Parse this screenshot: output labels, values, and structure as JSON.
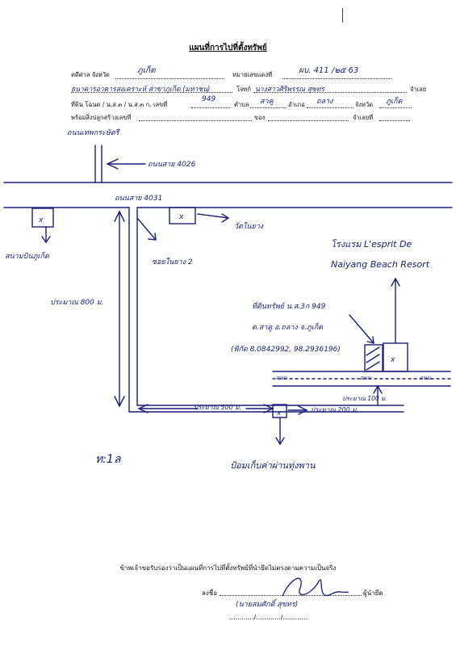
{
  "document": {
    "title": "แผนที่การไปที่ตั้งทรัพย์",
    "header": {
      "court_label": "คดีศาล จังหวัด",
      "court_value": "ภูเก็ต",
      "case_label": "หมายเลขแดงที่",
      "case_value": "ผบ. 411 /๒๕ 63",
      "plaintiff_value": "ธนาคารอาคารสงเคราะห์ สาขาภูเก็ต (มหาชน)",
      "plaintiff_label": "โจทก์",
      "defendant_value": "นางสาวศิริพรรณ สุขทร",
      "defendant_label": "จำเลย",
      "land_label": "ที่ดิน โฉนด / น.ส.๓ / น.ส.๓ ก. เลขที่",
      "land_value": "949",
      "tambon_label": "ตำบล",
      "tambon_value": "สาคู",
      "amphoe_label": "อำเภอ",
      "amphoe_value": "ถลาง",
      "province_label": "จังหวัด",
      "province_value": "ภูเก็ต",
      "building_label": "พร้อมสิ่งปลูกสร้างเลขที่",
      "of_label": "ของ",
      "defendant_no_label": "จำเลยที่"
    },
    "map": {
      "road_thepkrasattri": "ถนนเทพกระษัตรี",
      "road_4026": "ถนนสาย 4026",
      "road_4031": "ถนนสาย 4031",
      "airport": "สนามบินภูเก็ต",
      "temple": "วัดในยาง",
      "alley": "ซอยในยาง 2",
      "distance_800": "ประมาณ 800 ม.",
      "resort_line1": "โรงแรม L'esprit De",
      "resort_line2": "Naiyang Beach Resort",
      "land_deed": "ที่ดินทรัพย์ น.ส.3ก 949",
      "land_location": "ต.สาคู อ.ถลาง จ.ภูเก็ต",
      "coordinates": "(พิกัด 8.0842992, 98.2936196)",
      "road_left": "ถนน",
      "road_mid": "ถนน",
      "road_right": "ถนน",
      "distance_100": "ประมาณ 100 ม.",
      "bottom_left_dist": "ประมาณ 500 ม.",
      "bottom_right_dist": "ประมาณ 200 ม.",
      "police_box": "ป้อมเก็บค่าผ่านทุ่งพาน",
      "north": "ท:1ล",
      "x_mark": "x"
    },
    "certification": "ข้าพเจ้าขอรับรองว่าเป็นแผนที่การไปที่ตั้งทรัพย์ที่นำยึดไม่ตรงตามความเป็นจริง",
    "signature": {
      "sign_label": "ลงชื่อ",
      "role_label": "ผู้นำยึด",
      "printed_name": "(นายสมศักดิ์ สุขทร)",
      "date_line": "............/............/............"
    }
  }
}
